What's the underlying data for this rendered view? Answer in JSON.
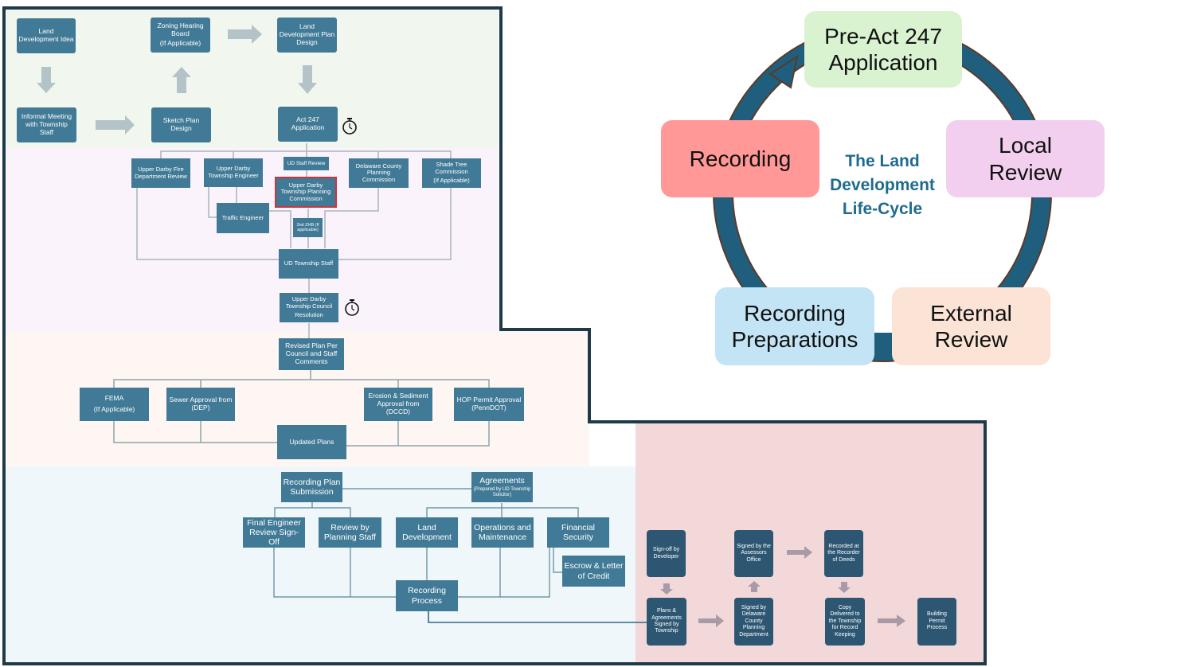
{
  "flowchart": {
    "section1": {
      "land_dev_idea": "Land Development Idea",
      "informal_meeting": "Informal Meeting with Township Staff",
      "sketch_plan": "Sketch Plan Design",
      "zoning_board": "Zoning Hearing Board",
      "zoning_board_sub": "(If Applicable)",
      "land_dev_plan": "Land Development Plan Design",
      "act247": "Act 247 Application"
    },
    "section2": {
      "fire_dept": "Upper Darby Fire Department Review",
      "twp_engineer": "Upper Darby Township Engineer",
      "staff_review": "UD Staff Review",
      "planning_commission": "Upper Darby Township Planning Commission",
      "delco_planning": "Delaware County Planning Commission",
      "shade_tree": "Shade Tree Commission",
      "shade_tree_sub": "(If Applicable)",
      "traffic_engineer": "Traffic Engineer",
      "zhb2": "2nd ZHB (If applicable)",
      "twp_staff": "UD Township Staff",
      "council_resolution": "Upper Darby Township Council",
      "council_resolution_sub": "Resolution"
    },
    "section3": {
      "revised_plan": "Revised Plan Per Council and Staff Comments",
      "fema": "FEMA",
      "fema_sub": "(If Applicable)",
      "sewer": "Sewer Approval from (DEP)",
      "erosion": "Erosion & Sediment Approval from (DCCD)",
      "hop": "HOP Permit Approval (PennDOT)",
      "updated_plans": "Updated Plans"
    },
    "section4": {
      "recording_plan": "Recording Plan Submission",
      "agreements": "Agreements",
      "agreements_sub": "(Prepared by UD Township Solicitor)",
      "final_engineer": "Final Engineer Review Sign-Off",
      "planning_staff": "Review by Planning Staff",
      "land_development": "Land Development",
      "operations": "Operations and Maintenance",
      "financial": "Financial Security",
      "escrow": "Escrow & Letter of Credit",
      "recording_process": "Recording Process"
    },
    "section5": {
      "signoff_dev": "Sign-off by Developer",
      "plans_signed": "Plans & Agreements Signed by Township",
      "delco_signed": "Signed by Delaware County Planning Department",
      "assessors": "Signed by the Assessors Office",
      "recorder": "Recorded at the Recorder of Deeds",
      "copy_delivered": "Copy Delivered to the Township for Record Keeping",
      "building_permit": "Building Permit Process"
    },
    "timer_icons": [
      "stopwatch-icon",
      "stopwatch-icon"
    ]
  },
  "cycle": {
    "title": "The Land Development Life-Cycle",
    "title_lines": [
      "The Land",
      "Development",
      "Life-Cycle"
    ],
    "stages": [
      {
        "label_lines": [
          "Pre-Act 247",
          "Application"
        ],
        "color": "#d9f2d0"
      },
      {
        "label_lines": [
          "Local",
          "Review"
        ],
        "color": "#f2cfee"
      },
      {
        "label_lines": [
          "External",
          "Review"
        ],
        "color": "#fbe3d6"
      },
      {
        "label_lines": [
          "Recording",
          "Preparations"
        ],
        "color": "#c2e4f5"
      },
      {
        "label_lines": [
          "Recording"
        ],
        "color": "#ff9896"
      }
    ],
    "ring_color": "#1f5f7d"
  },
  "colors": {
    "box": "#417a96",
    "box_dark": "#2d5672",
    "band1": "#f1f7ee",
    "band2": "#fbf3fb",
    "band3": "#fdf6f3",
    "band4": "#f0f7fb",
    "band5": "#f3d8d9",
    "outline": "#1e3a48"
  }
}
